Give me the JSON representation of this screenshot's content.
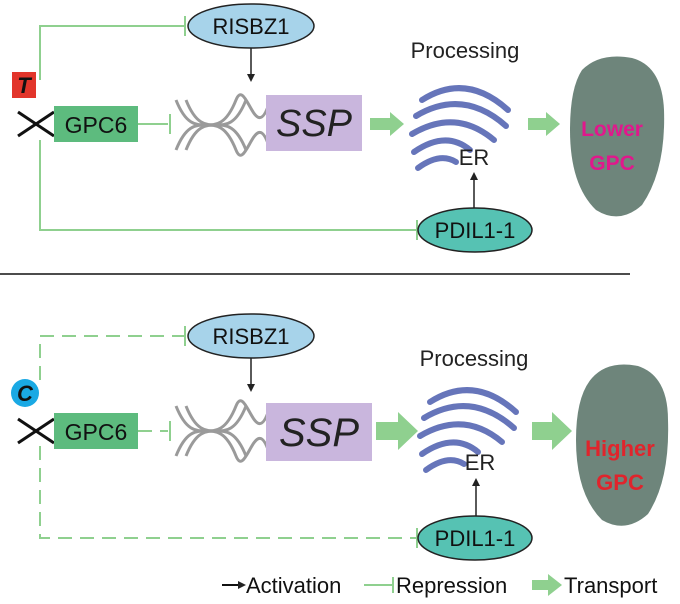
{
  "colors": {
    "tf_fill": "#a7d3ea",
    "pdi_fill": "#56c2b3",
    "gpc6_fill": "#5dbb7e",
    "ssp_fill": "#c9b6dd",
    "arrow_green": "#8fd08f",
    "repression_green": "#8fd08f",
    "er_blue": "#6675ba",
    "grain": "#6e857b",
    "allele_t": "#e2352b",
    "allele_c": "#1aa9e4",
    "lower_gpc": "#e0188c",
    "higher_gpc": "#e0242c"
  },
  "top": {
    "allele": "T",
    "gene": "GPC6",
    "tf": "RISBZ1",
    "target": "SSP",
    "processing": "Processing",
    "organelle": "ER",
    "pdi": "PDIL1-1",
    "outcome_line1": "Lower",
    "outcome_line2": "GPC"
  },
  "bottom": {
    "allele": "C",
    "gene": "GPC6",
    "tf": "RISBZ1",
    "target": "SSP",
    "processing": "Processing",
    "organelle": "ER",
    "pdi": "PDIL1-1",
    "outcome_line1": "Higher",
    "outcome_line2": "GPC"
  },
  "legend": {
    "activation": "Activation",
    "repression": "Repression",
    "transport": "Transport"
  }
}
